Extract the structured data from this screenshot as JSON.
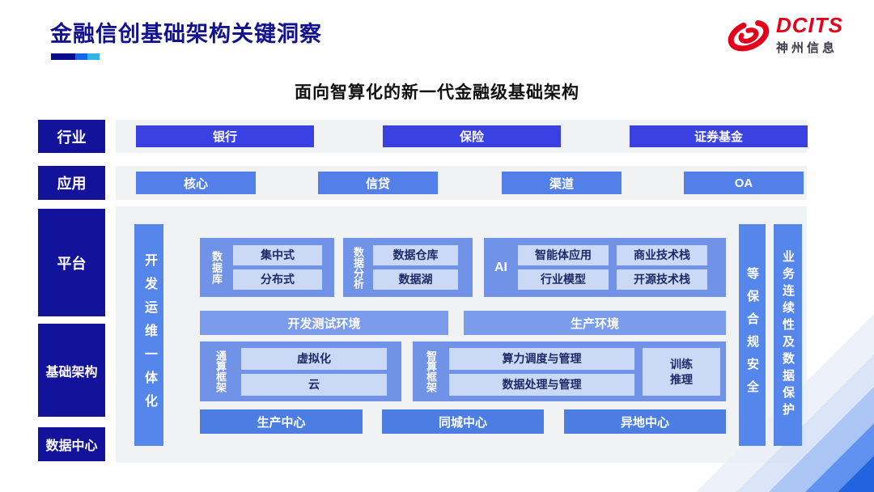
{
  "header": {
    "title": "金融信创基础架构关键洞察",
    "accent_colors": [
      "#0A0A8C",
      "#1566E8",
      "#32B4E8"
    ],
    "logo": {
      "brand": "DCITS",
      "company": "神州信息",
      "brand_color": "#E2001A"
    }
  },
  "diagram": {
    "subtitle": "面向智算化的新一代金融级基础架构",
    "layers": [
      {
        "label": "行业"
      },
      {
        "label": "应用"
      },
      {
        "label": "平台"
      },
      {
        "label": "基础架构"
      },
      {
        "label": "数据中心"
      }
    ],
    "industry_items": [
      "银行",
      "保险",
      "证券基金"
    ],
    "application_items": [
      "核心",
      "信贷",
      "渠道",
      "OA"
    ],
    "platform": {
      "devops_bar": "开发运维一体化",
      "security_bar": "等保合规安全",
      "continuity_bar": "业务连续性及数据保护",
      "database": {
        "label": "数据库",
        "items": [
          "集中式",
          "分布式"
        ]
      },
      "analytics": {
        "label": "数据分析",
        "items": [
          "数据仓库",
          "数据湖"
        ]
      },
      "ai": {
        "label": "AI",
        "items": [
          "智能体应用",
          "商业技术栈",
          "行业模型",
          "开源技术栈"
        ]
      },
      "environments": [
        "开发测试环境",
        "生产环境"
      ],
      "general_compute": {
        "label": "通算框架",
        "items": [
          "虚拟化",
          "云"
        ]
      },
      "intelligent_compute": {
        "label": "智算框架",
        "items": [
          "算力调度与管理",
          "数据处理与管理"
        ],
        "side_item": "训练\n推理"
      },
      "centers": [
        "生产中心",
        "同城中心",
        "异地中心"
      ]
    },
    "colors": {
      "layer_label_bg": "#12129B",
      "industry_btn": "#3941E2",
      "application_btn": "#5280E8",
      "section_bg": "#7093E8",
      "chip_bg": "#CBD9F6",
      "chip_text": "#1E2A66",
      "side_vbar_bg": "#5586EC",
      "env_bar_bg": "#7B9CEA",
      "center_btn_bg": "#4B7DE2",
      "row_bg": "#F1F2F4"
    }
  }
}
